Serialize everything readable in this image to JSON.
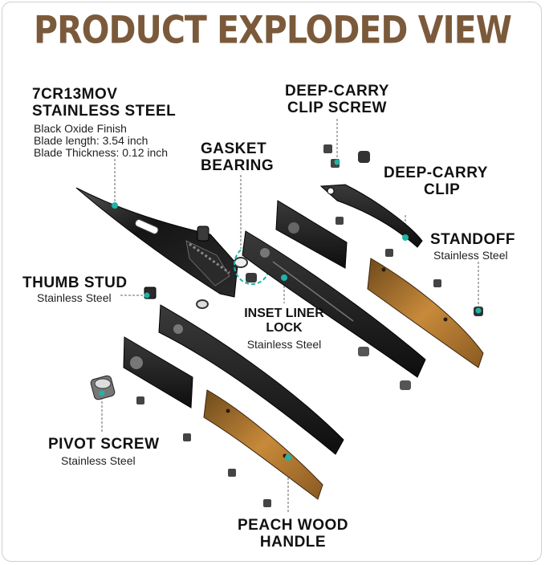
{
  "title": "PRODUCT EXPLODED VIEW",
  "colors": {
    "title": "#7b5a3b",
    "accent": "#1fb5a6",
    "wood": "#b87a2e",
    "steel": "#1c1c1c"
  },
  "labels": {
    "blade": {
      "name_line1": "7CR13MOV",
      "name_line2": "STAINLESS STEEL",
      "spec1": "Black Oxide Finish",
      "spec2": "Blade length:  3.54 inch",
      "spec3": "Blade Thickness:  0.12 inch"
    },
    "clip_screw": {
      "line1": "DEEP-CARRY",
      "line2": "CLIP SCREW"
    },
    "gasket": {
      "line1": "GASKET",
      "line2": "BEARING"
    },
    "clip": {
      "line1": "DEEP-CARRY",
      "line2": "CLIP"
    },
    "standoff": {
      "name": "STANDOFF",
      "material": "Stainless Steel"
    },
    "thumb_stud": {
      "name": "THUMB STUD",
      "material": "Stainless Steel"
    },
    "liner_lock": {
      "line1": "INSET LINER",
      "line2": "LOCK",
      "material": "Stainless Steel"
    },
    "pivot_screw": {
      "name": "PIVOT SCREW",
      "material": "Stainless Steel"
    },
    "handle": {
      "line1": "PEACH WOOD",
      "line2": "HANDLE"
    }
  }
}
